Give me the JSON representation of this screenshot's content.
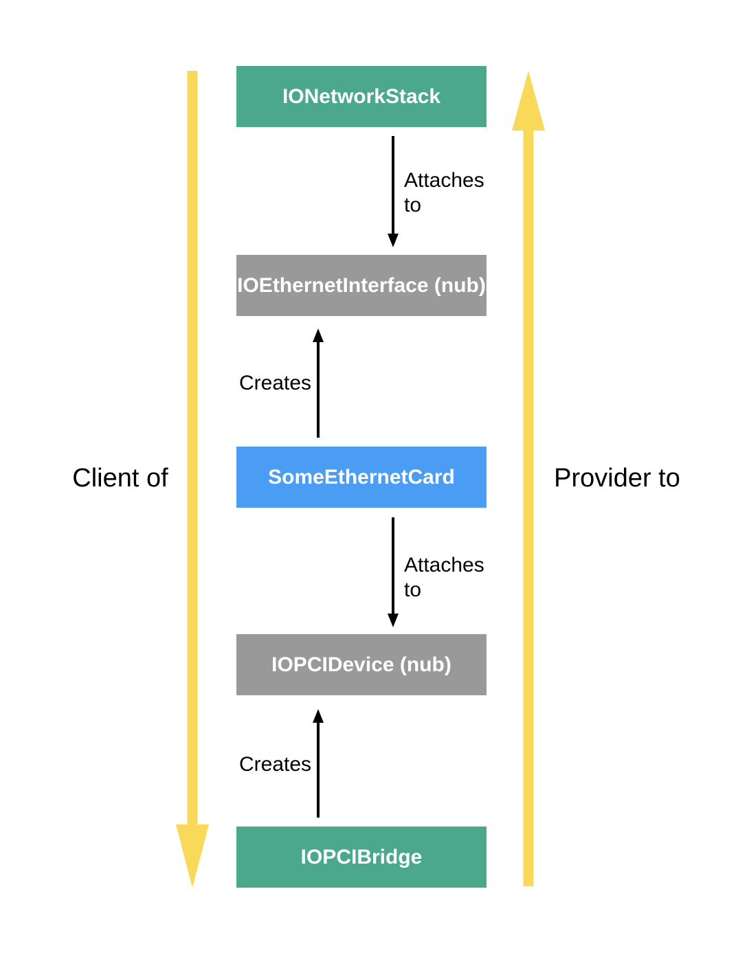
{
  "diagram": {
    "boxes": [
      {
        "label": "IONetworkStack",
        "color_key": "green"
      },
      {
        "label": "IOEthernetInterface (nub)",
        "color_key": "gray"
      },
      {
        "label": "SomeEthernetCard",
        "color_key": "blue"
      },
      {
        "label": "IOPCIDevice (nub)",
        "color_key": "gray"
      },
      {
        "label": "IOPCIBridge",
        "color_key": "green"
      }
    ],
    "edges": [
      {
        "label": "Attaches to",
        "direction": "down",
        "from": "IONetworkStack",
        "to": "IOEthernetInterface (nub)"
      },
      {
        "label": "Creates",
        "direction": "up",
        "from": "SomeEthernetCard",
        "to": "IOEthernetInterface (nub)"
      },
      {
        "label": "Attaches to",
        "direction": "down",
        "from": "SomeEthernetCard",
        "to": "IOPCIDevice (nub)"
      },
      {
        "label": "Creates",
        "direction": "up",
        "from": "IOPCIBridge",
        "to": "IOPCIDevice (nub)"
      }
    ],
    "side_labels": {
      "left": "Client of",
      "right": "Provider to"
    },
    "colors": {
      "green": "#4BA88A",
      "gray": "#999999",
      "blue": "#4A9DF3",
      "yellow": "#F8D95A",
      "black": "#000000"
    }
  }
}
